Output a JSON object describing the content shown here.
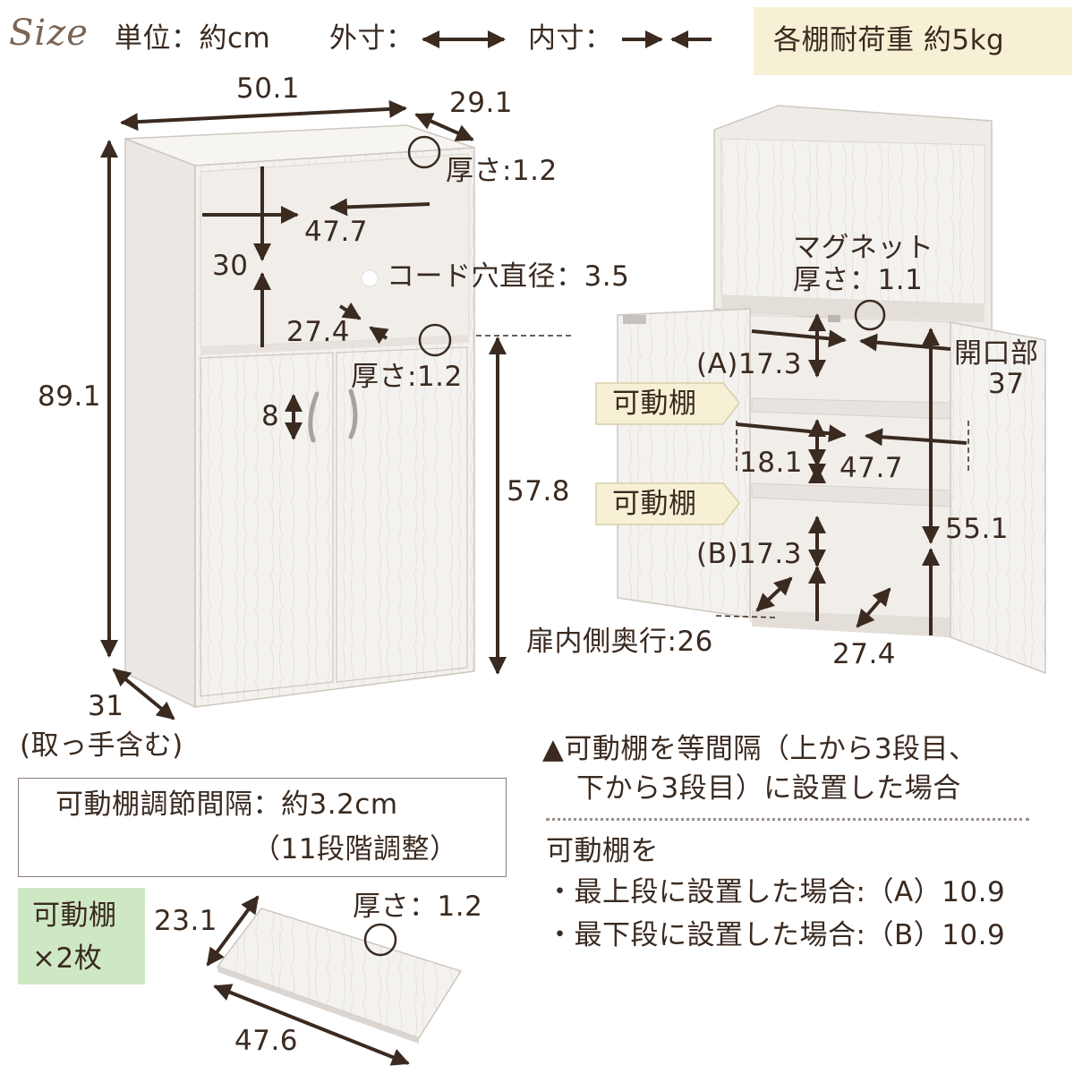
{
  "header": {
    "logo": "Size",
    "unit_label": "単位：約cm",
    "outer_label": "外寸：",
    "inner_label": "内寸：",
    "load_label": "各棚耐荷重 約5kg"
  },
  "left_cabinet": {
    "width": "50.1",
    "depth_top": "29.1",
    "thickness_top": "厚さ:1.2",
    "inner_width": "47.7",
    "upper_height": "30",
    "cord_hole": "コード穴直径：3.5",
    "inner_depth": "27.4",
    "thickness_mid": "厚さ:1.2",
    "total_height": "89.1",
    "handle_height": "8",
    "lower_height": "57.8",
    "depth_bottom": "31",
    "depth_note": "(取っ手含む)"
  },
  "right_cabinet": {
    "magnet_label": "マグネット",
    "magnet_thickness": "厚さ：1.1",
    "opening_label": "開口部",
    "opening_value": "37",
    "a_height": "(A)17.3",
    "shelf_label_1": "可動棚",
    "mid_height": "18.1",
    "inner_width": "47.7",
    "shelf_label_2": "可動棚",
    "inner_height": "55.1",
    "b_height": "(B)17.3",
    "door_depth": "扉内側奥行:26",
    "inner_depth": "27.4"
  },
  "notes": {
    "equal_spacing_line1": "▲可動棚を等間隔（上から3段目、",
    "equal_spacing_line2": "下から3段目）に設置した場合",
    "alt_intro": "可動棚を",
    "alt_top": "・最上段に設置した場合:（A）10.9",
    "alt_bottom": "・最下段に設置した場合:（B）10.9"
  },
  "adjust_box": {
    "line1": "可動棚調節間隔：約3.2cm",
    "line2": "（11段階調整）"
  },
  "shelf_panel": {
    "badge_line1": "可動棚",
    "badge_line2": "×2枚",
    "depth": "23.1",
    "thickness": "厚さ：1.2",
    "width": "47.6"
  },
  "colors": {
    "ink": "#3a2a20",
    "label_bg": "#f6f1d4",
    "badge_bg": "#cfe8c4",
    "cabinet_white": "#f4f2ef",
    "cabinet_edge": "#cfc7c0"
  }
}
